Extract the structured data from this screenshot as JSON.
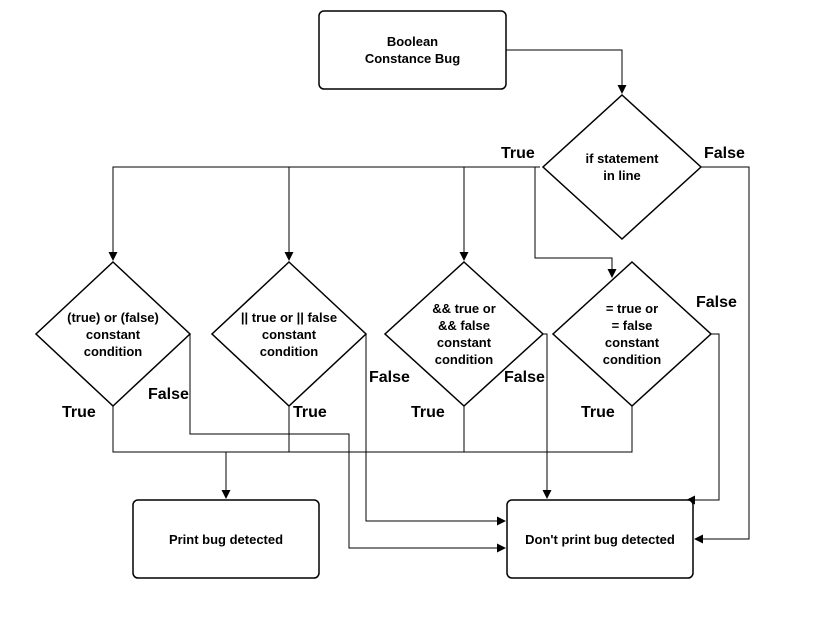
{
  "nodes": {
    "start": "Boolean\nConstance Bug",
    "if_statement": "if statement\nin line",
    "cond_true_false": "(true) or (false)\nconstant\ncondition",
    "cond_or": "|| true or || false\nconstant\ncondition",
    "cond_and": "&& true or\n&& false\nconstant\ncondition",
    "cond_eq": "= true or\n= false\nconstant\ncondition",
    "print_bug": "Print bug detected",
    "dont_print_bug": "Don't print bug detected"
  },
  "edge_labels": {
    "if_true": "True",
    "if_false": "False",
    "c1_true": "True",
    "c1_false": "False",
    "c2_true": "True",
    "c2_false": "False",
    "c3_true": "True",
    "c3_false": "False",
    "c4_true": "True",
    "c4_false": "False"
  }
}
